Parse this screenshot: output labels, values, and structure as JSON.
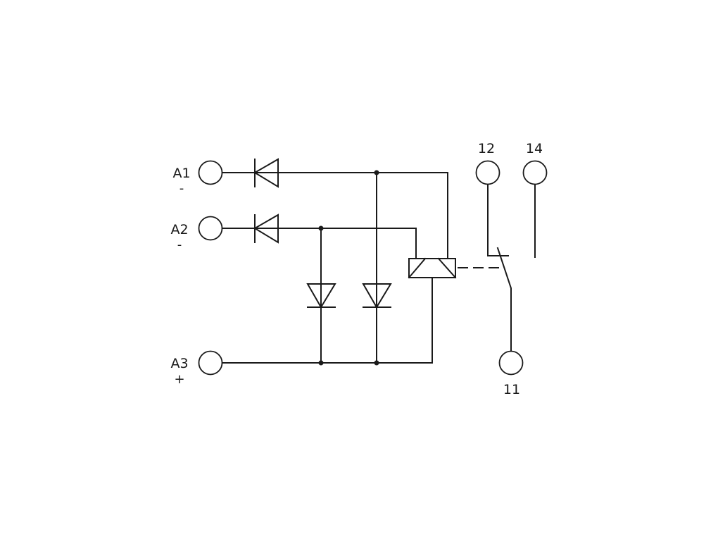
{
  "terminals": {
    "a1": {
      "label": "A1",
      "polarity": "-"
    },
    "a2": {
      "label": "A2",
      "polarity": "-"
    },
    "a3": {
      "label": "A3",
      "polarity": "+"
    },
    "t12": {
      "label": "12"
    },
    "t14": {
      "label": "14"
    },
    "t11": {
      "label": "11"
    }
  },
  "colors": {
    "line": "#1a1a1a",
    "background": "#ffffff"
  }
}
